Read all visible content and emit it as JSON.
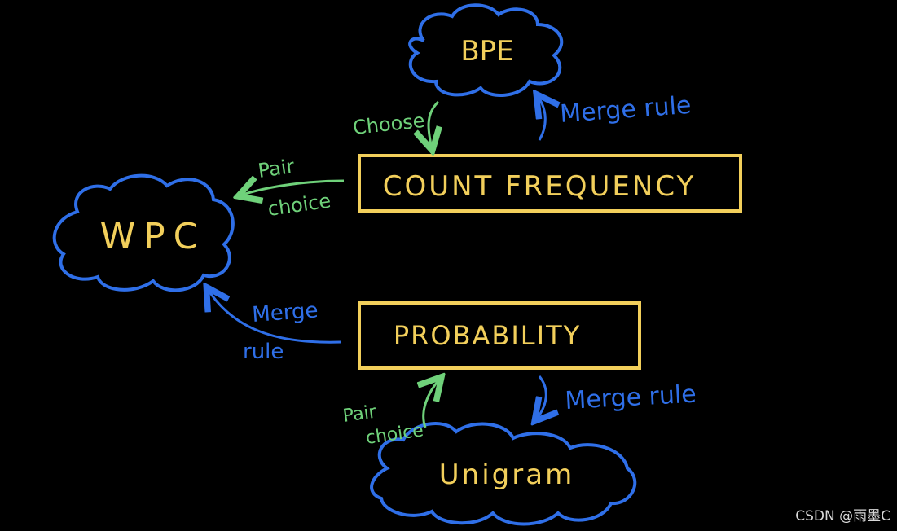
{
  "nodes": {
    "bpe": "BPE",
    "wpc": "WPC",
    "unigram": "Unigram",
    "count_frequency": "COUNT FREQUENCY",
    "probability": "PROBABILITY"
  },
  "edge_labels": {
    "choose": "Choose",
    "merge_rule_top": "Merge rule",
    "pair_choice_left_1": "Pair",
    "pair_choice_left_2": "choice",
    "merge_rule_left_1": "Merge",
    "merge_rule_left_2": "rule",
    "pair_choice_bottom_1": "Pair",
    "pair_choice_bottom_2": "choice",
    "merge_rule_bottom": "Merge rule"
  },
  "colors": {
    "cloud": "#2f6fe8",
    "box": "#f2cf5b",
    "green_arrow": "#6fd17a",
    "blue_arrow": "#2f6fe8"
  },
  "watermark": "CSDN @雨墨C"
}
